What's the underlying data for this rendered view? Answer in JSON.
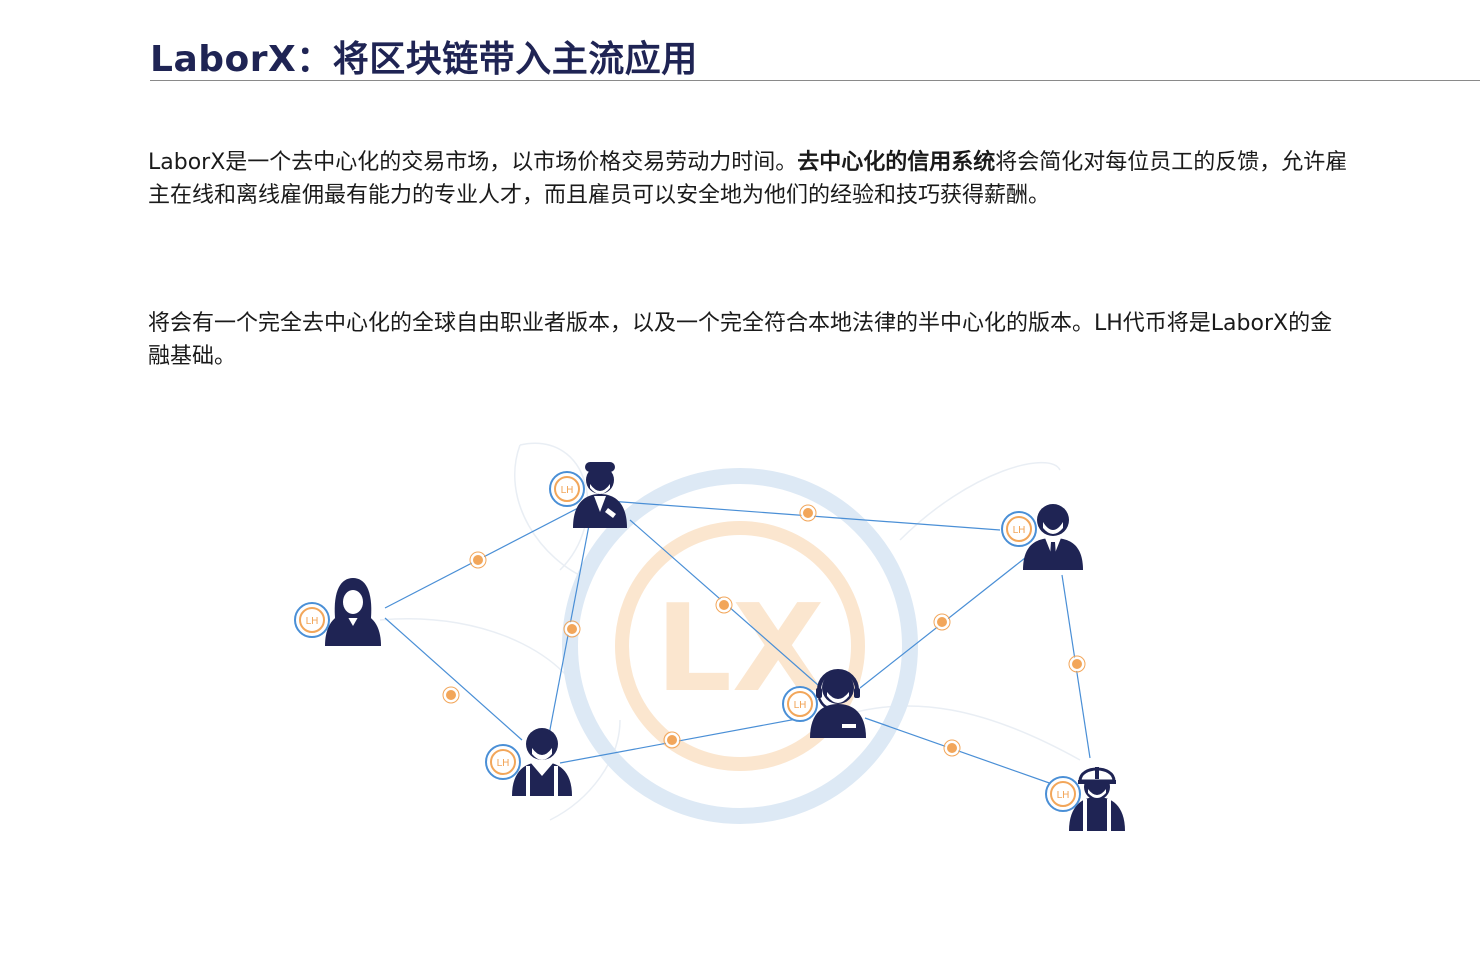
{
  "header": {
    "title": "LaborX：将区块链带入主流应用"
  },
  "paragraph1": {
    "lead": "LaborX是一个去中心化的交易市场，以市场价格交易劳动力时间。",
    "bold": "去中心化的信用系统",
    "tail": "将会简化对每位员工的反馈，允许雇主在线和离线雇佣最有能力的专业人才，而且雇员可以安全地为他们的经验和技巧获得薪酬。"
  },
  "paragraph2": {
    "text": "将会有一个完全去中心化的全球自由职业者版本，以及一个完全符合本地法律的半中心化的版本。LH代币将是LaborX的金融基础。"
  },
  "illustration": {
    "center_logo": "LX",
    "badge_label": "LH",
    "nodes": [
      {
        "role": "mechanic",
        "icon": "mechanic-icon"
      },
      {
        "role": "businessman",
        "icon": "businessman-icon"
      },
      {
        "role": "woman",
        "icon": "woman-icon"
      },
      {
        "role": "support-agent",
        "icon": "headset-agent-icon"
      },
      {
        "role": "worker",
        "icon": "worker-icon"
      },
      {
        "role": "builder",
        "icon": "hardhat-builder-icon"
      }
    ],
    "colors": {
      "navy": "#1f2454",
      "link": "#4a8fd6",
      "dot": "#f2a65a",
      "ring_blue": "#dde9f5",
      "ring_orange": "#fbe6cf"
    }
  }
}
